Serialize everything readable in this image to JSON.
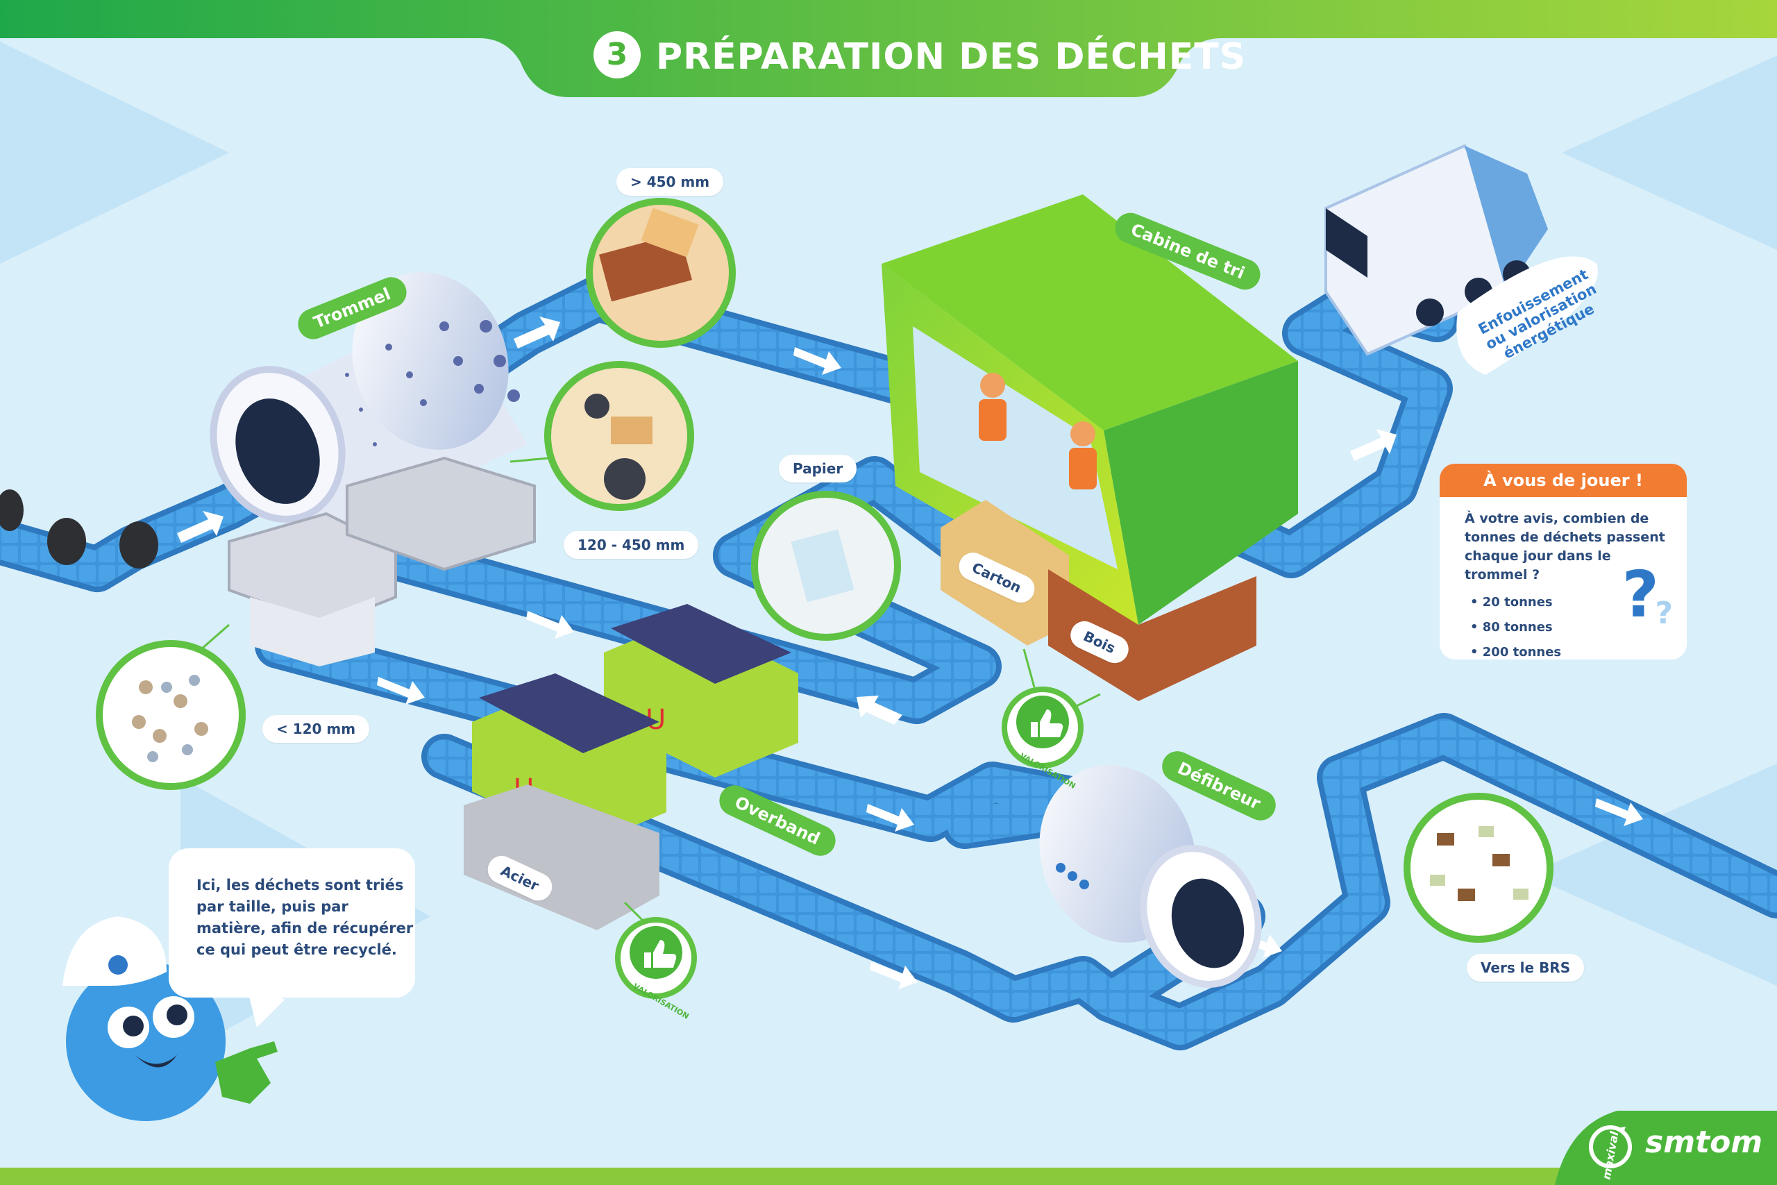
{
  "header": {
    "step_number": "3",
    "title": "PRÉPARATION DES DÉCHETS"
  },
  "machines": {
    "trommel": "Trommel",
    "cabine_de_tri": "Cabine de tri",
    "overband": "Overband",
    "defibreur": "Défibreur"
  },
  "size_labels": {
    "large": "> 450 mm",
    "medium": "120 - 450 mm",
    "small": "< 120 mm"
  },
  "materials": {
    "papier": "Papier",
    "carton": "Carton",
    "bois": "Bois",
    "acier": "Acier"
  },
  "badges": {
    "valorisation": "VALORISATION"
  },
  "destinations": {
    "truck": "Enfouissement ou valorisation énergétique",
    "brs": "Vers le BRS"
  },
  "quiz": {
    "title": "À vous de jouer !",
    "question": "À votre avis, combien de tonnes de déchets passent chaque jour dans le trommel ?",
    "options": [
      "20 tonnes",
      "80 tonnes",
      "200 tonnes"
    ]
  },
  "mascot": {
    "speech": "Ici, les déchets sont triés par taille, puis par matière, afin de récupérer ce qui peut être recyclé."
  },
  "logos": {
    "maxival": "maxival",
    "smtom": "smtom"
  },
  "colors": {
    "green": "#5fc242",
    "blue_conveyor": "#3b8fd6",
    "orange": "#f37c33",
    "text_navy": "#2a4a7a",
    "background": "#d9effa"
  }
}
